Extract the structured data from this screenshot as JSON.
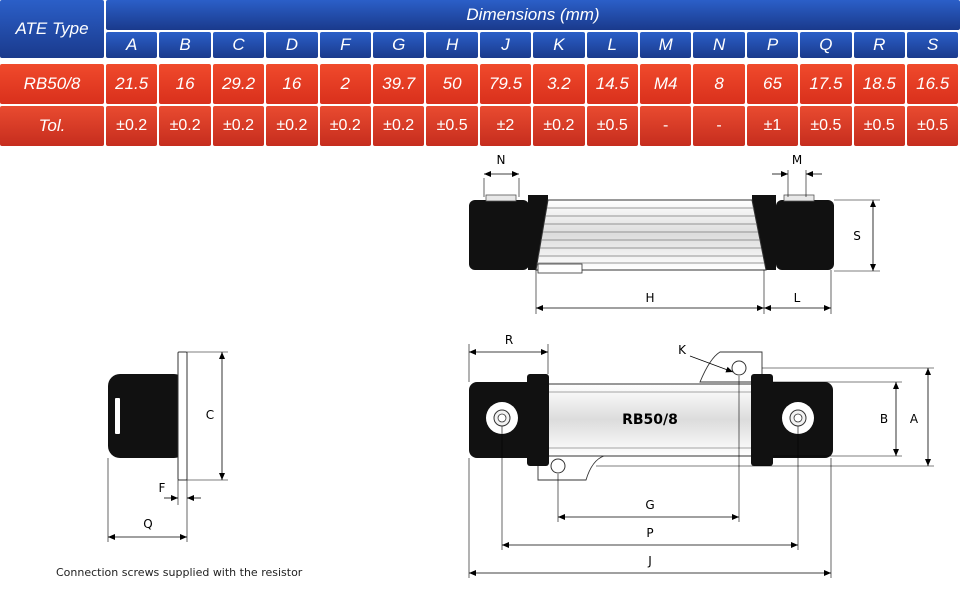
{
  "table": {
    "type_label": "ATE Type",
    "group_label": "Dimensions (mm)",
    "columns": [
      "A",
      "B",
      "C",
      "D",
      "F",
      "G",
      "H",
      "J",
      "K",
      "L",
      "M",
      "N",
      "P",
      "Q",
      "R",
      "S"
    ],
    "row_label": "RB50/8",
    "values": [
      "21.5",
      "16",
      "29.2",
      "16",
      "2",
      "39.7",
      "50",
      "79.5",
      "3.2",
      "14.5",
      "M4",
      "8",
      "65",
      "17.5",
      "18.5",
      "16.5"
    ],
    "tol_label": "Tol.",
    "tolerances": [
      "±0.2",
      "±0.2",
      "±0.2",
      "±0.2",
      "±0.2",
      "±0.2",
      "±0.5",
      "±2",
      "±0.2",
      "±0.5",
      "-",
      "-",
      "±1",
      "±0.5",
      "±0.5",
      "±0.5"
    ]
  },
  "drawing": {
    "part_label": "RB50/8",
    "labels": {
      "N": "N",
      "M": "M",
      "S": "S",
      "H": "H",
      "L": "L",
      "R": "R",
      "K": "K",
      "B": "B",
      "A": "A",
      "G": "G",
      "P": "P",
      "J": "J",
      "C": "C",
      "F": "F",
      "Q": "Q"
    }
  },
  "caption": "Connection screws supplied with the resistor",
  "colors": {
    "header_blue": "#1f4aa8",
    "data_red": "#e63a22",
    "body_black": "#111111"
  }
}
